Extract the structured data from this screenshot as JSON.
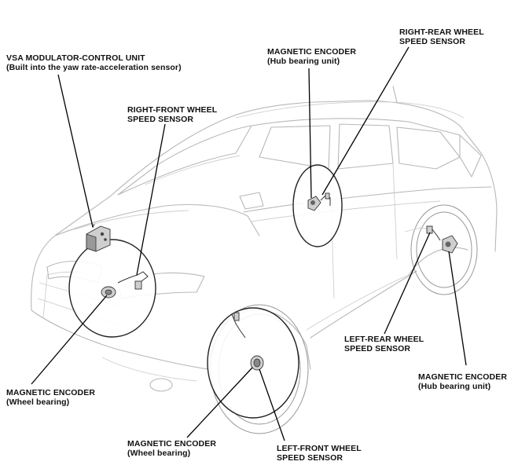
{
  "labels": {
    "vsa_unit": {
      "title": "VSA MODULATOR-CONTROL UNIT",
      "subtitle": "(Built into the yaw rate-acceleration sensor)"
    },
    "right_front_sensor": {
      "line1": "RIGHT-FRONT WHEEL",
      "line2": "SPEED SENSOR"
    },
    "encoder_hub_top": {
      "title": "MAGNETIC ENCODER",
      "subtitle": "(Hub bearing unit)"
    },
    "right_rear_sensor": {
      "line1": "RIGHT-REAR WHEEL",
      "line2": "SPEED SENSOR"
    },
    "left_rear_sensor": {
      "line1": "LEFT-REAR WHEEL",
      "line2": "SPEED SENSOR"
    },
    "encoder_hub_right": {
      "title": "MAGNETIC ENCODER",
      "subtitle": "(Hub bearing unit)"
    },
    "encoder_wheel_left": {
      "title": "MAGNETIC ENCODER",
      "subtitle": "(Wheel bearing)"
    },
    "encoder_wheel_bottom": {
      "title": "MAGNETIC ENCODER",
      "subtitle": "(Wheel bearing)"
    },
    "left_front_sensor": {
      "line1": "LEFT-FRONT WHEEL",
      "line2": "SPEED SENSOR"
    }
  }
}
